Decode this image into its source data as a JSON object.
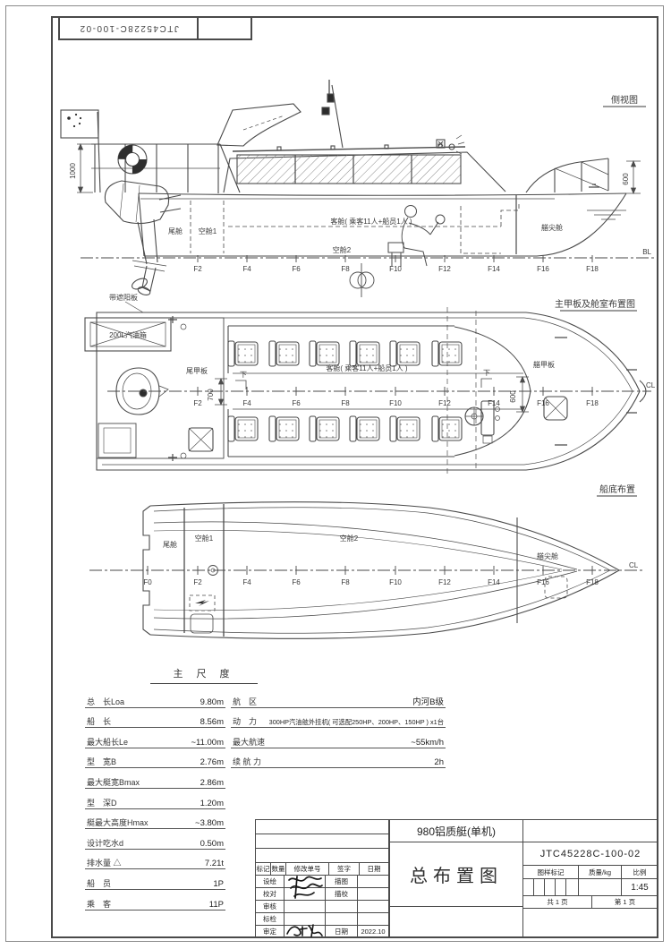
{
  "sheet": {
    "drawing_no_top": "JTC45228C-100-02"
  },
  "side_view": {
    "title": "侧视图",
    "dims": {
      "rail": "1000",
      "bow_rail": "600"
    },
    "baseline_label": "BL",
    "labels": {
      "stern_cabin": "尾舱",
      "void1": "空舱1",
      "passenger_cabin": "客舱( 乘客11人+船员1人 )",
      "void2": "空舱2",
      "fore_peak": "艏尖舱"
    },
    "frames": [
      "F2",
      "F4",
      "F6",
      "F8",
      "F10",
      "F12",
      "F14",
      "F16",
      "F18"
    ]
  },
  "deck_view": {
    "title": "主甲板及舱室布置图",
    "awning_label": "带遮阳板",
    "fuel_tank_label": "200L汽油箱",
    "stern_deck_label": "尾甲板",
    "dim_stern": "700",
    "down_label": "下",
    "passenger_cabin": "客舱( 乘客11人+船员1人 )",
    "fore_deck_label": "艏甲板",
    "dim_fore": "600",
    "centerline_label": "CL",
    "frames": [
      "F2",
      "F4",
      "F6",
      "F8",
      "F10",
      "F12",
      "F14",
      "F16",
      "F18"
    ]
  },
  "bottom_view": {
    "title": "船底布置",
    "stern_cabin": "尾舱",
    "void1": "空舱1",
    "void2": "空舱2",
    "fore_peak": "艏尖舱",
    "centerline_label": "CL",
    "frames": [
      "F0",
      "F2",
      "F4",
      "F6",
      "F8",
      "F10",
      "F12",
      "F14",
      "F16",
      "F18"
    ]
  },
  "main_dimensions": {
    "title": "主 尺 度",
    "rows": [
      {
        "label": "总　长Loa",
        "value": "9.80m"
      },
      {
        "label": "船　长",
        "value": "8.56m"
      },
      {
        "label": "最大船长Le",
        "value": "~11.00m"
      },
      {
        "label": "型　宽B",
        "value": "2.76m"
      },
      {
        "label": "最大艇宽Bmax",
        "value": "2.86m"
      },
      {
        "label": "型　深D",
        "value": "1.20m"
      },
      {
        "label": "艇最大高度Hmax",
        "value": "~3.80m"
      },
      {
        "label": "设计吃水d",
        "value": "0.50m"
      },
      {
        "label": "排水量 △",
        "value": "7.21t"
      },
      {
        "label": "船　员",
        "value": "1P"
      },
      {
        "label": "乘　客",
        "value": "11P"
      }
    ]
  },
  "performance": {
    "rows": [
      {
        "label": "航　区",
        "value": "内河B级"
      },
      {
        "label": "动　力",
        "value": "300HP汽油舷外挂机( 可选配250HP、200HP、150HP ) x1台"
      },
      {
        "label": "最大航速",
        "value": "~55km/h"
      },
      {
        "label": "续 航 力",
        "value": "2h"
      }
    ]
  },
  "title_block": {
    "rev_headers": [
      "标记",
      "数量",
      "修改单号",
      "签字",
      "日期"
    ],
    "sign_rows": [
      {
        "label": "设绘",
        "right_label": "描图",
        "right_value": ""
      },
      {
        "label": "校对",
        "right_label": "描校",
        "right_value": ""
      },
      {
        "label": "审核",
        "right_label": "",
        "right_value": ""
      },
      {
        "label": "标检",
        "right_label": "",
        "right_value": ""
      },
      {
        "label": "审定",
        "right_label": "日期",
        "right_value": "2022.10"
      }
    ],
    "project": "980铝质艇(单机)",
    "drawing_title": "总布置图",
    "drawing_no": "JTC45228C-100-02",
    "stamp_header": "图样标记",
    "mass_header": "质量/kg",
    "scale_header": "比例",
    "scale": "1:45",
    "pages_total": "共 1 页",
    "page_no": "第 1 页"
  }
}
